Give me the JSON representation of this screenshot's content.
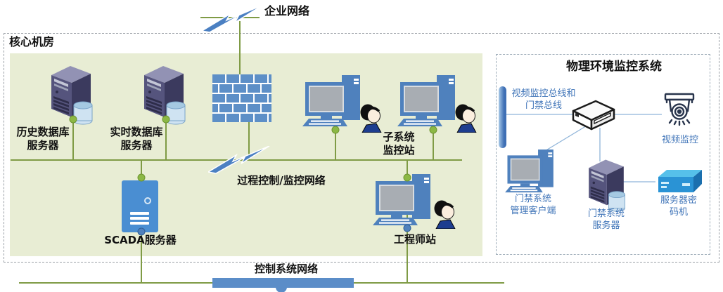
{
  "top": {
    "enterprise_network": "企业网络"
  },
  "core": {
    "title": "核心机房",
    "history_db_l1": "历史数据库",
    "history_db_l2": "服务器",
    "realtime_db_l1": "实时数据库",
    "realtime_db_l2": "服务器",
    "subsystem_l1": "子系统",
    "subsystem_l2": "监控站",
    "process_network": "过程控制/监控网络",
    "scada": "SCADA服务器",
    "engineer": "工程师站",
    "control_network": "控制系统网络"
  },
  "panel": {
    "title": "物理环境监控系统",
    "bus_l1": "视频监控总线和",
    "bus_l2": "门禁总线",
    "camera": "视频监控",
    "client_l1": "门禁系统",
    "client_l2": "管理客户端",
    "server_l1": "门禁系统",
    "server_l2": "服务器",
    "crypto_l1": "服务器密",
    "crypto_l2": "码机"
  },
  "colors": {
    "room_bg": "#e8edd4",
    "network_line": "#7f9b45",
    "node_blue": "#4f81bd",
    "bar_blue": "#5b8dc8",
    "panel_text": "#3f74b8",
    "tower_purple": "#55547d",
    "brick_blue": "#5d8fc7"
  }
}
